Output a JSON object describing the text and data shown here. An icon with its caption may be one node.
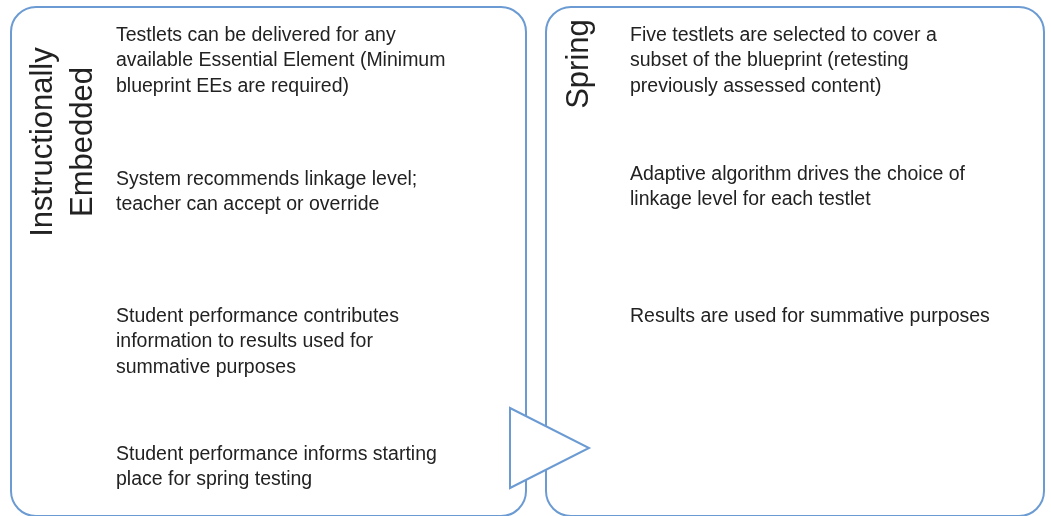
{
  "diagram": {
    "nodes": [
      {
        "text": [
          "Instructionally Embedded",
          "Testlets can be delivered for any available Essential Element (Minimum blueprint EEs are required)",
          "System recommends linkage level; teacher can accept or override",
          "Student performance contributes information to results used for summative purposes",
          "Student performance informs starting place for spring testing"
        ]
      },
      {
        "text": [
          "Spring",
          "Five testlets are selected to cover a subset of the blueprint (retesting previously assessed content)",
          "Adaptive algorithm drives the choice of linkage level for each testlet",
          "Results are used for summative purposes"
        ]
      }
    ],
    "edges": [
      {
        "from": 0,
        "to": 1,
        "arrow": "to"
      }
    ]
  }
}
